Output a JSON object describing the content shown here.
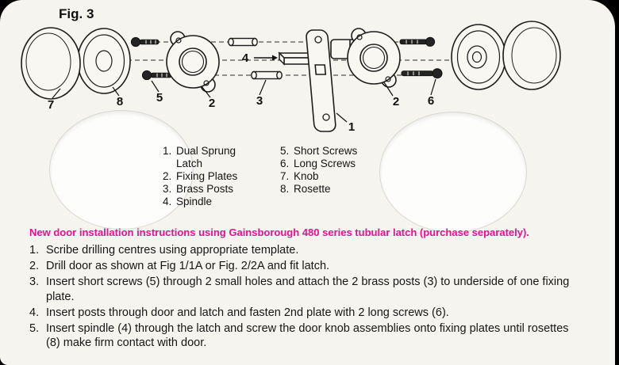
{
  "page": {
    "fig_label": "Fig. 3"
  },
  "diagram": {
    "callouts": {
      "latch": "1",
      "fixing_plate": "2",
      "brass_posts": "3",
      "spindle": "4",
      "short_screws": "5",
      "long_screws": "6",
      "knob": "7",
      "rosette": "8"
    }
  },
  "legend": {
    "left": [
      {
        "num": "1.",
        "label": "Dual Sprung Latch"
      },
      {
        "num": "2.",
        "label": "Fixing Plates"
      },
      {
        "num": "3.",
        "label": "Brass Posts"
      },
      {
        "num": "4.",
        "label": "Spindle"
      }
    ],
    "right": [
      {
        "num": "5.",
        "label": "Short Screws"
      },
      {
        "num": "6.",
        "label": "Long Screws"
      },
      {
        "num": "7.",
        "label": "Knob"
      },
      {
        "num": "8.",
        "label": "Rosette"
      }
    ]
  },
  "heading": {
    "text": "New door installation instructions using Gainsborough 480 series tubular latch (purchase separately).",
    "color": "#ec0f8e"
  },
  "instructions": [
    {
      "num": "1.",
      "text": "Scribe drilling centres using appropriate template."
    },
    {
      "num": "2.",
      "text": "Drill door as shown at Fig 1/1A or Fig. 2/2A and fit latch."
    },
    {
      "num": "3.",
      "text": "Insert short screws (5) through 2 small holes and attach the 2 brass posts (3) to underside of one fixing plate."
    },
    {
      "num": "4.",
      "text": "Insert posts through door and latch and fasten 2nd plate with 2 long screws (6)."
    },
    {
      "num": "5.",
      "text": "Insert spindle (4) through the latch and screw the door knob assemblies onto fixing plates until rosettes (8) make firm contact with door."
    }
  ]
}
